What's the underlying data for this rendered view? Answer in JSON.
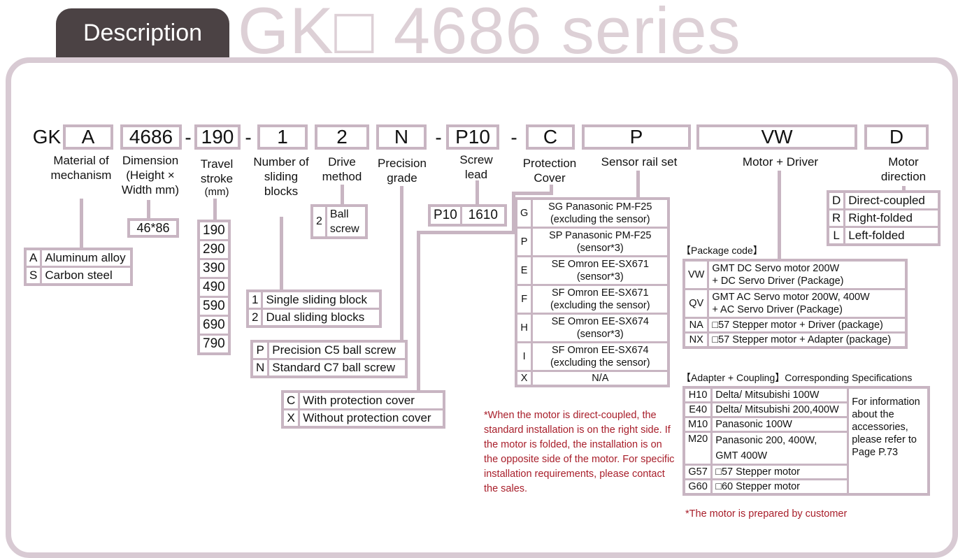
{
  "header": {
    "tab": "Description",
    "series": "GK□ 4686 series"
  },
  "code": {
    "prefix": "GK",
    "a": "A",
    "b": "4686",
    "c": "190",
    "d": "1",
    "e": "2",
    "f": "N",
    "g": "P10",
    "h": "C",
    "i": "P",
    "j": "VW",
    "k": "D",
    "dash": "-"
  },
  "labels": {
    "material": "Material of mechanism",
    "dimension": "Dimension (Height × Width mm)",
    "travel": "Travel stroke",
    "travel_unit": "(mm)",
    "blocks": "Number of sliding blocks",
    "drive": "Drive method",
    "precision": "Precision grade",
    "lead": "Screw lead",
    "cover": "Protection Cover",
    "sensor": "Sensor rail set",
    "motor": "Motor + Driver",
    "direction": "Motor direction"
  },
  "material_options": [
    {
      "k": "A",
      "v": "Aluminum alloy"
    },
    {
      "k": "S",
      "v": "Carbon steel"
    }
  ],
  "dimension_value": "46*86",
  "travel_options": [
    "190",
    "290",
    "390",
    "490",
    "590",
    "690",
    "790"
  ],
  "block_options": [
    {
      "k": "1",
      "v": "Single sliding block"
    },
    {
      "k": "2",
      "v": "Dual sliding blocks"
    }
  ],
  "drive_options": [
    {
      "k": "2",
      "v": "Ball screw"
    }
  ],
  "precision_options": [
    {
      "k": "P",
      "v": "Precision C5 ball screw"
    },
    {
      "k": "N",
      "v": "Standard C7 ball screw"
    }
  ],
  "lead_options": [
    {
      "k": "P10",
      "v": "1610"
    }
  ],
  "cover_options": [
    {
      "k": "C",
      "v": "With protection cover"
    },
    {
      "k": "X",
      "v": "Without protection cover"
    }
  ],
  "sensor_options": [
    {
      "k": "G",
      "v1": "SG  Panasonic  PM-F25",
      "v2": "(excluding the sensor)"
    },
    {
      "k": "P",
      "v1": "SP  Panasonic  PM-F25",
      "v2": "(sensor*3)"
    },
    {
      "k": "E",
      "v1": "SE  Omron  EE-SX671",
      "v2": "(sensor*3)"
    },
    {
      "k": "F",
      "v1": "SF  Omron  EE-SX671",
      "v2": "(excluding the sensor)"
    },
    {
      "k": "H",
      "v1": "SE  Omron  EE-SX674",
      "v2": "(sensor*3)"
    },
    {
      "k": "I",
      "v1": "SF  Omron  EE-SX674",
      "v2": "(excluding the sensor)"
    },
    {
      "k": "X",
      "v1": "N/A",
      "v2": ""
    }
  ],
  "direction_options": [
    {
      "k": "D",
      "v": "Direct-coupled"
    },
    {
      "k": "R",
      "v": "Right-folded"
    },
    {
      "k": "L",
      "v": "Left-folded"
    }
  ],
  "package_title": "【Package code】",
  "package_options": [
    {
      "k": "VW",
      "v1": "GMT DC Servo motor 200W",
      "v2": "+ DC Servo Driver (Package)"
    },
    {
      "k": "QV",
      "v1": "GMT AC Servo motor 200W, 400W",
      "v2": "+ AC Servo Driver (Package)"
    },
    {
      "k": "NA",
      "v1": "□57 Stepper motor + Driver (package)",
      "v2": ""
    },
    {
      "k": "NX",
      "v1": "□57 Stepper motor + Adapter (package)",
      "v2": ""
    }
  ],
  "adapter_title": "【Adapter + Coupling】Corresponding Specifications",
  "adapter_options": [
    {
      "k": "H10",
      "v": "Delta/ Mitsubishi 100W"
    },
    {
      "k": "E40",
      "v": "Delta/ Mitsubishi 200,400W"
    },
    {
      "k": "M10",
      "v": "Panasonic 100W"
    },
    {
      "k": "M20",
      "v": "Panasonic 200, 400W,",
      "v2": "GMT 400W"
    },
    {
      "k": "G57",
      "v": "□57 Stepper motor"
    },
    {
      "k": "G60",
      "v": "□60 Stepper motor"
    }
  ],
  "adapter_info": "For information about the accessories, please refer to Page P.73",
  "note_direction": "*When the motor is direct-coupled, the standard installation is on the right side. If the motor is folded, the installation is on the opposite side of the motor. For specific installation requirements, please contact the sales.",
  "note_customer": "*The motor is prepared by customer",
  "colors": {
    "accent": "#c8b5c2",
    "tab": "#4b4244",
    "note": "#a81e2a",
    "watermark": "#ddd0d6"
  }
}
